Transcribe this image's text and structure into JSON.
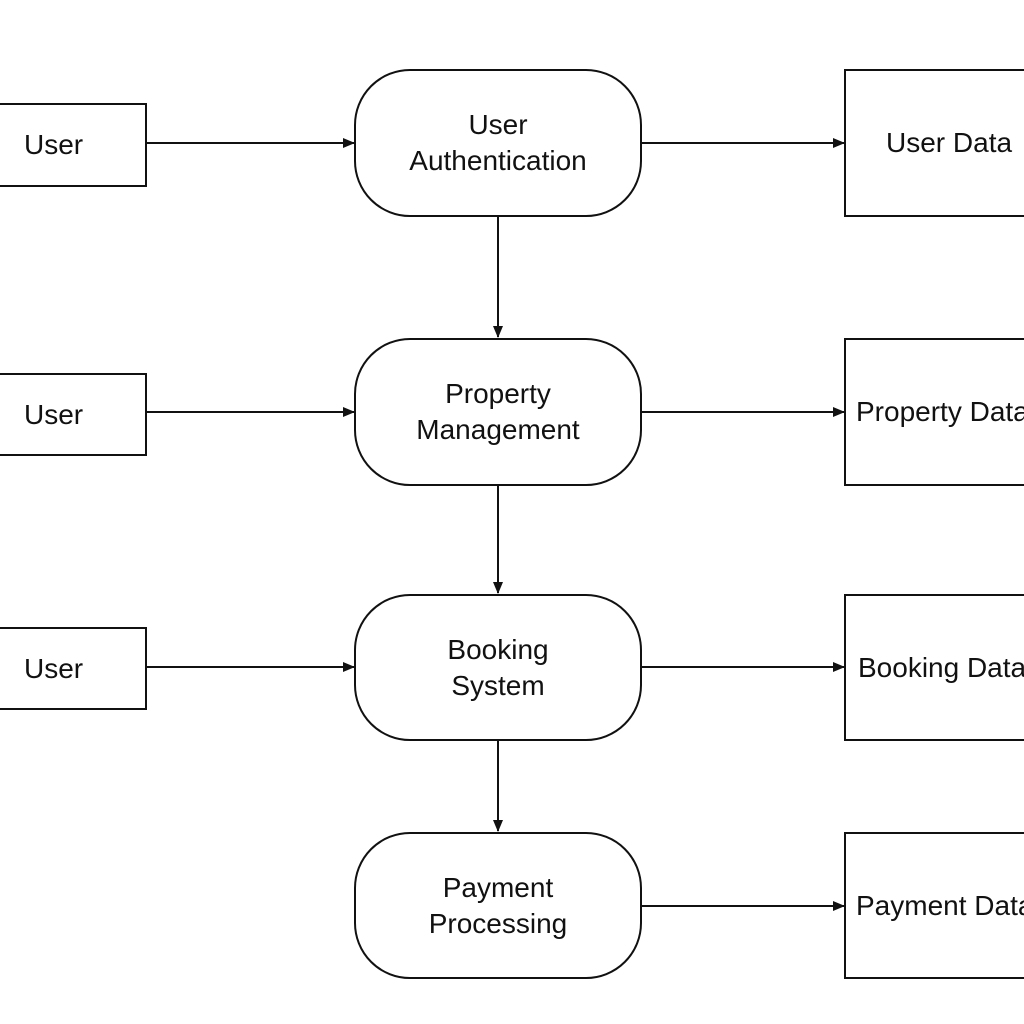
{
  "diagram": {
    "entities": [
      {
        "id": "user-1",
        "label": "User"
      },
      {
        "id": "user-2",
        "label": "User"
      },
      {
        "id": "user-3",
        "label": "User"
      }
    ],
    "processes": [
      {
        "id": "user-authentication",
        "label": "User\nAuthentication"
      },
      {
        "id": "property-management",
        "label": "Property\nManagement"
      },
      {
        "id": "booking-system",
        "label": "Booking\nSystem"
      },
      {
        "id": "payment-processing",
        "label": "Payment\nProcessing"
      }
    ],
    "stores": [
      {
        "id": "user-data",
        "label": "User Data"
      },
      {
        "id": "property-data",
        "label": "Property Data"
      },
      {
        "id": "booking-data",
        "label": "Booking Data"
      },
      {
        "id": "payment-data",
        "label": "Payment Data"
      }
    ],
    "connections": [
      {
        "from": "user-1",
        "to": "user-authentication"
      },
      {
        "from": "user-authentication",
        "to": "user-data"
      },
      {
        "from": "user-authentication",
        "to": "property-management"
      },
      {
        "from": "user-2",
        "to": "property-management"
      },
      {
        "from": "property-management",
        "to": "property-data"
      },
      {
        "from": "property-management",
        "to": "booking-system"
      },
      {
        "from": "user-3",
        "to": "booking-system"
      },
      {
        "from": "booking-system",
        "to": "booking-data"
      },
      {
        "from": "booking-system",
        "to": "payment-processing"
      },
      {
        "from": "payment-processing",
        "to": "payment-data"
      }
    ]
  }
}
